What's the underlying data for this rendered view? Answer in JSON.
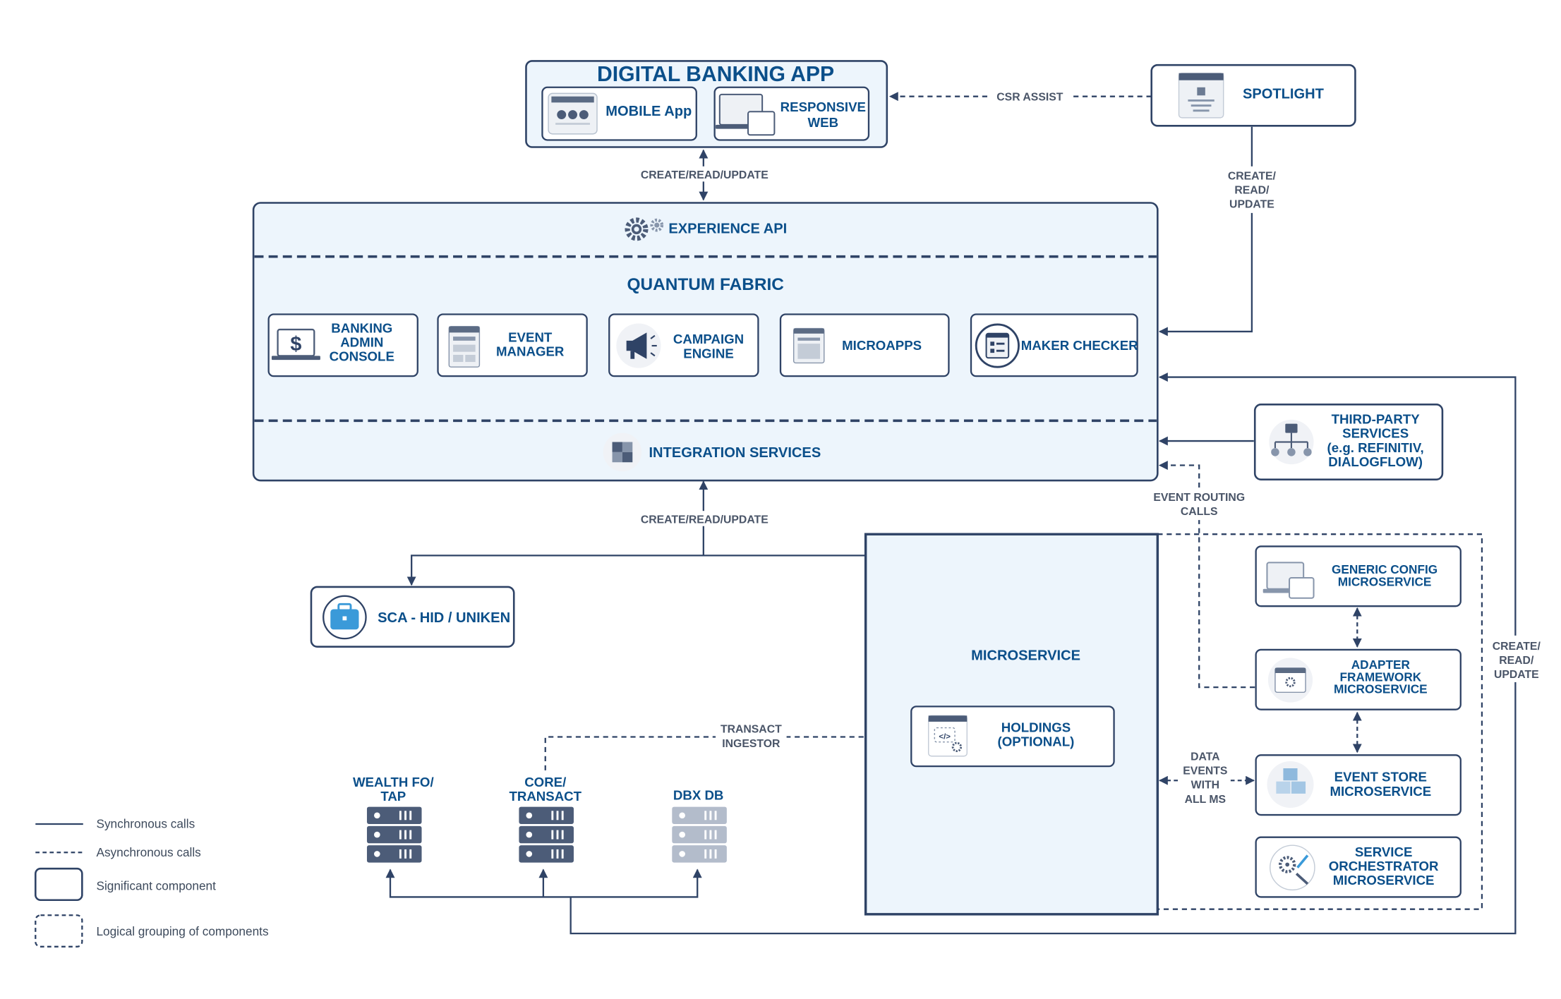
{
  "digital_banking": {
    "title": "DIGITAL BANKING APP",
    "mobile_label": "MOBILE App",
    "web_label": [
      "RESPONSIVE",
      "WEB"
    ]
  },
  "spotlight": {
    "label": "SPOTLIGHT"
  },
  "fabric": {
    "experience_api": "EXPERIENCE API",
    "title": "QUANTUM FABRIC",
    "integration": "INTEGRATION SERVICES",
    "modules": {
      "admin": [
        "BANKING",
        "ADMIN",
        "CONSOLE"
      ],
      "event_manager": [
        "EVENT",
        "MANAGER"
      ],
      "campaign": [
        "CAMPAIGN",
        "ENGINE"
      ],
      "microapps": "MICROAPPS",
      "maker_checker": "MAKER CHECKER"
    }
  },
  "third_party": {
    "label": [
      "THIRD-PARTY",
      "SERVICES",
      "(e.g. REFINITIV,",
      "DIALOGFLOW)"
    ]
  },
  "sca": {
    "label": "SCA - HID / UNIKEN"
  },
  "microservice": {
    "title": "MICROSERVICE",
    "holdings": [
      "HOLDINGS",
      "(OPTIONAL)"
    ]
  },
  "microservices": {
    "generic_config": [
      "GENERIC CONFIG",
      "MICROSERVICE"
    ],
    "adapter": [
      "ADAPTER",
      "FRAMEWORK",
      "MICROSERVICE"
    ],
    "event_store": [
      "EVENT STORE",
      "MICROSERVICE"
    ],
    "orchestrator": [
      "SERVICE",
      "ORCHESTRATOR",
      "MICROSERVICE"
    ]
  },
  "databases": {
    "wealth": [
      "WEALTH FO/",
      "TAP"
    ],
    "core": [
      "CORE/",
      "TRANSACT"
    ],
    "dbx": "DBX DB"
  },
  "edges": {
    "crud_top": "CREATE/READ/UPDATE",
    "crud_mid": "CREATE/READ/UPDATE",
    "csr_assist": "CSR ASSIST",
    "spotlight_crud": [
      "CREATE/",
      "READ/",
      "UPDATE"
    ],
    "right_crud": [
      "CREATE/",
      "READ/",
      "UPDATE"
    ],
    "event_routing": [
      "EVENT ROUTING",
      "CALLS"
    ],
    "transact_ingestor": [
      "TRANSACT",
      "INGESTOR"
    ],
    "data_events": [
      "DATA",
      "EVENTS",
      "WITH",
      "ALL MS"
    ]
  },
  "legend": {
    "sync": "Synchronous calls",
    "async": "Asynchronous calls",
    "significant": "Significant component",
    "grouping": "Logical grouping of components"
  },
  "colors": {
    "navy": "#2f4366",
    "text_blue": "#0b4f8a",
    "panel_fill": "#edf5fc",
    "icon_blue": "#3a9ad9"
  }
}
